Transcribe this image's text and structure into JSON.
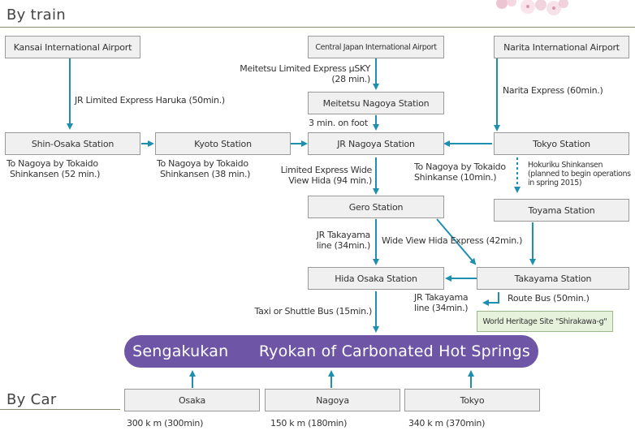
{
  "headings": {
    "train": "By train",
    "car": "By Car"
  },
  "boxes": {
    "kansai": "Kansai International Airport",
    "central_japan": "Central Japan International Airport",
    "narita": "Narita International Airport",
    "meitetsu_nagoya": "Meitetsu Nagoya Station",
    "shin_osaka": "Shin-Osaka Station",
    "kyoto": "Kyoto Station",
    "jr_nagoya": "JR Nagoya Station",
    "tokyo": "Tokyo Station",
    "gero": "Gero Station",
    "toyama": "Toyama Station",
    "hida_osaka": "Hida Osaka Station",
    "takayama": "Takayama Station",
    "world_heritage": "World Heritage Site \"Shirakawa-g\"",
    "osaka": "Osaka",
    "nagoya": "Nagoya",
    "tokyo_car": "Tokyo"
  },
  "labels": {
    "haruka": "JR Limited Express Haruka (50min.)",
    "meitetsu_sky_1": "Meitetsu Limited Express μSKY",
    "meitetsu_sky_2": "(28 min.)",
    "narita_express": "Narita Express (60min.)",
    "on_foot": "3 min. on foot",
    "shin_osaka_1": "To Nagoya by Tokaido",
    "shin_osaka_2": "Shinkansen (52 min.)",
    "kyoto_1": "To Nagoya by Tokaido",
    "kyoto_2": "Shinkansen (38 min.)",
    "wide_view_1": "Limited Express Wide",
    "wide_view_2": "View Hida (94 min.)",
    "tokyo_1": "To Nagoya by Tokaido",
    "tokyo_2": "Shinkanse (10min.)",
    "hokuriku_1": "Hokuriku Shinkansen",
    "hokuriku_2": "(planned to begin operations",
    "hokuriku_3": "in spring 2015)",
    "takayama_line_1": "JR Takayama",
    "takayama_line_2": "line (34min.)",
    "wide_view_express": "Wide View Hida Express (42min.)",
    "takayama_line_b1": "JR Takayama",
    "takayama_line_b2": "line (34min.)",
    "route_bus": "Route Bus (50min.)",
    "taxi": "Taxi or Shuttle Bus (15min.)",
    "dist_osaka": "300 k m (300min)",
    "dist_nagoya": "150 k m (180min)",
    "dist_tokyo": "340 k m (370min)"
  },
  "banner": {
    "name": "Sengakukan",
    "desc": "Ryokan of Carbonated Hot Springs"
  },
  "colors": {
    "arrow": "#1f8fb0",
    "banner": "#6e55a6"
  }
}
